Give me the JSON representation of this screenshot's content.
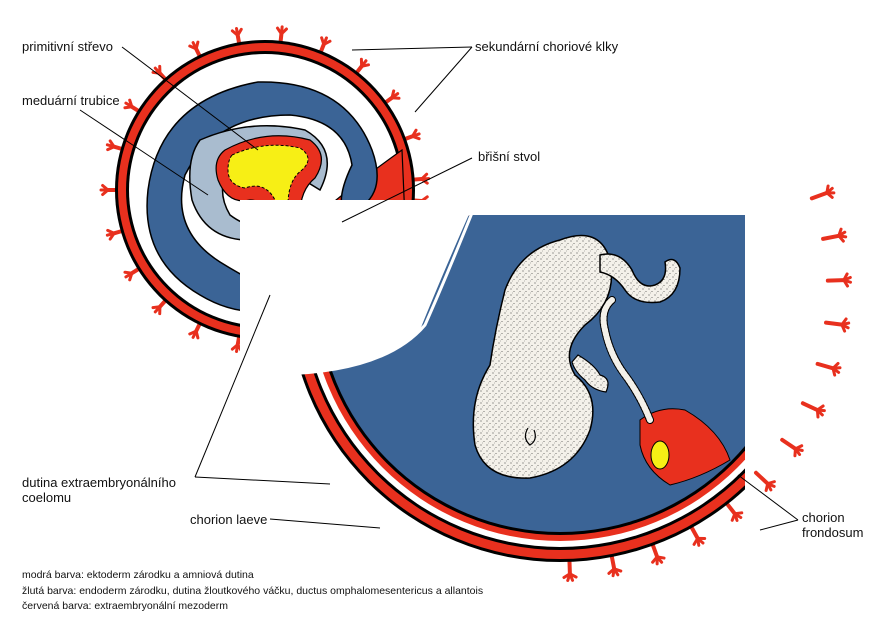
{
  "labels": {
    "primitive_gut": "primitivní střevo",
    "neural_tube": "meduární trubice",
    "secondary_villi": "sekundární choriové klky",
    "body_stalk": "břišní stvol",
    "coelom_line1": "dutina extraembryonálního",
    "coelom_line2": "coelomu",
    "chorion_laeve": "chorion laeve",
    "chorion_frondosum_line1": "chorion",
    "chorion_frondosum_line2": "frondosum"
  },
  "legend": [
    "modrá barva: ektoderm zárodku a amniová dutina",
    "žlutá barva: endoderm zárodku, dutina žloutkového váčku, ductus omphalomesentericus a allantois",
    "červená barva: extraembryonální mezoderm"
  ],
  "colors": {
    "blue": "#3b6496",
    "light_blue": "#a9bccf",
    "yellow": "#f7ef15",
    "red": "#e8301e",
    "black": "#000000",
    "white": "#ffffff",
    "embryo": "#f4f1ea"
  }
}
